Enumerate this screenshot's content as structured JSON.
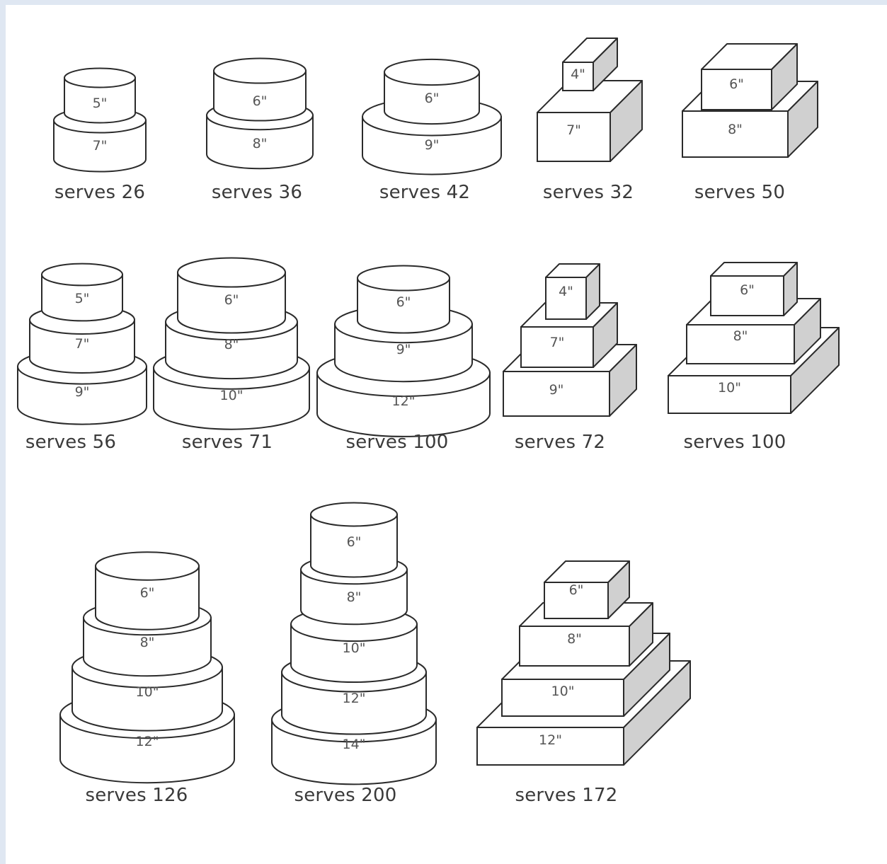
{
  "cakes": [
    {
      "shape": "round",
      "tiers": [
        "7\"",
        "5\""
      ],
      "caption": "serves 26"
    },
    {
      "shape": "round",
      "tiers": [
        "8\"",
        "6\""
      ],
      "caption": "serves 36"
    },
    {
      "shape": "round",
      "tiers": [
        "9\"",
        "6\""
      ],
      "caption": "serves 42"
    },
    {
      "shape": "square",
      "tiers": [
        "7\"",
        "4\""
      ],
      "caption": "serves 32"
    },
    {
      "shape": "square",
      "tiers": [
        "8\"",
        "6\""
      ],
      "caption": "serves 50"
    },
    {
      "shape": "round",
      "tiers": [
        "9\"",
        "7\"",
        "5\""
      ],
      "caption": "serves 56"
    },
    {
      "shape": "round",
      "tiers": [
        "10\"",
        "8\"",
        "6\""
      ],
      "caption": "serves 71"
    },
    {
      "shape": "round",
      "tiers": [
        "12\"",
        "9\"",
        "6\""
      ],
      "caption": "serves 100"
    },
    {
      "shape": "square",
      "tiers": [
        "9\"",
        "7\"",
        "4\""
      ],
      "caption": "serves 72"
    },
    {
      "shape": "square",
      "tiers": [
        "10\"",
        "8\"",
        "6\""
      ],
      "caption": "serves 100"
    },
    {
      "shape": "round",
      "tiers": [
        "12\"",
        "10\"",
        "8\"",
        "6\""
      ],
      "caption": "serves 126"
    },
    {
      "shape": "round",
      "tiers": [
        "14\"",
        "12\"",
        "10\"",
        "8\"",
        "6\""
      ],
      "caption": "serves 200"
    },
    {
      "shape": "square",
      "tiers": [
        "12\"",
        "10\"",
        "8\"",
        "6\""
      ],
      "caption": "serves 172"
    }
  ]
}
